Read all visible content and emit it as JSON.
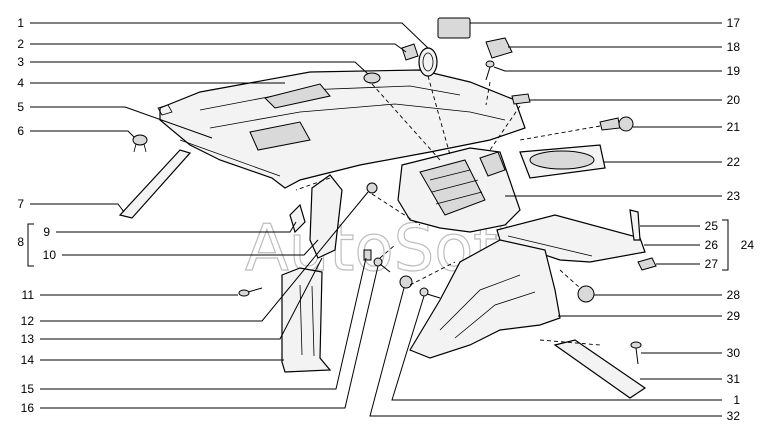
{
  "watermark": "AutoSoft",
  "callouts_left": [
    {
      "id": "1",
      "label": "1"
    },
    {
      "id": "2",
      "label": "2"
    },
    {
      "id": "3",
      "label": "3"
    },
    {
      "id": "4",
      "label": "4"
    },
    {
      "id": "5",
      "label": "5"
    },
    {
      "id": "6",
      "label": "6"
    },
    {
      "id": "7",
      "label": "7"
    },
    {
      "id": "8",
      "label": "8"
    },
    {
      "id": "9",
      "label": "9"
    },
    {
      "id": "10",
      "label": "10"
    },
    {
      "id": "11",
      "label": "11"
    },
    {
      "id": "12",
      "label": "12"
    },
    {
      "id": "13",
      "label": "13"
    },
    {
      "id": "14",
      "label": "14"
    },
    {
      "id": "15",
      "label": "15"
    },
    {
      "id": "16",
      "label": "16"
    }
  ],
  "callouts_right": [
    {
      "id": "17",
      "label": "17"
    },
    {
      "id": "18",
      "label": "18"
    },
    {
      "id": "19",
      "label": "19"
    },
    {
      "id": "20",
      "label": "20"
    },
    {
      "id": "21",
      "label": "21"
    },
    {
      "id": "22",
      "label": "22"
    },
    {
      "id": "23",
      "label": "23"
    },
    {
      "id": "25",
      "label": "25"
    },
    {
      "id": "24",
      "label": "24"
    },
    {
      "id": "26",
      "label": "26"
    },
    {
      "id": "27",
      "label": "27"
    },
    {
      "id": "28",
      "label": "28"
    },
    {
      "id": "29",
      "label": "29"
    },
    {
      "id": "30",
      "label": "30"
    },
    {
      "id": "31",
      "label": "31"
    },
    {
      "id": "1b",
      "label": "1"
    },
    {
      "id": "32",
      "label": "32"
    }
  ]
}
